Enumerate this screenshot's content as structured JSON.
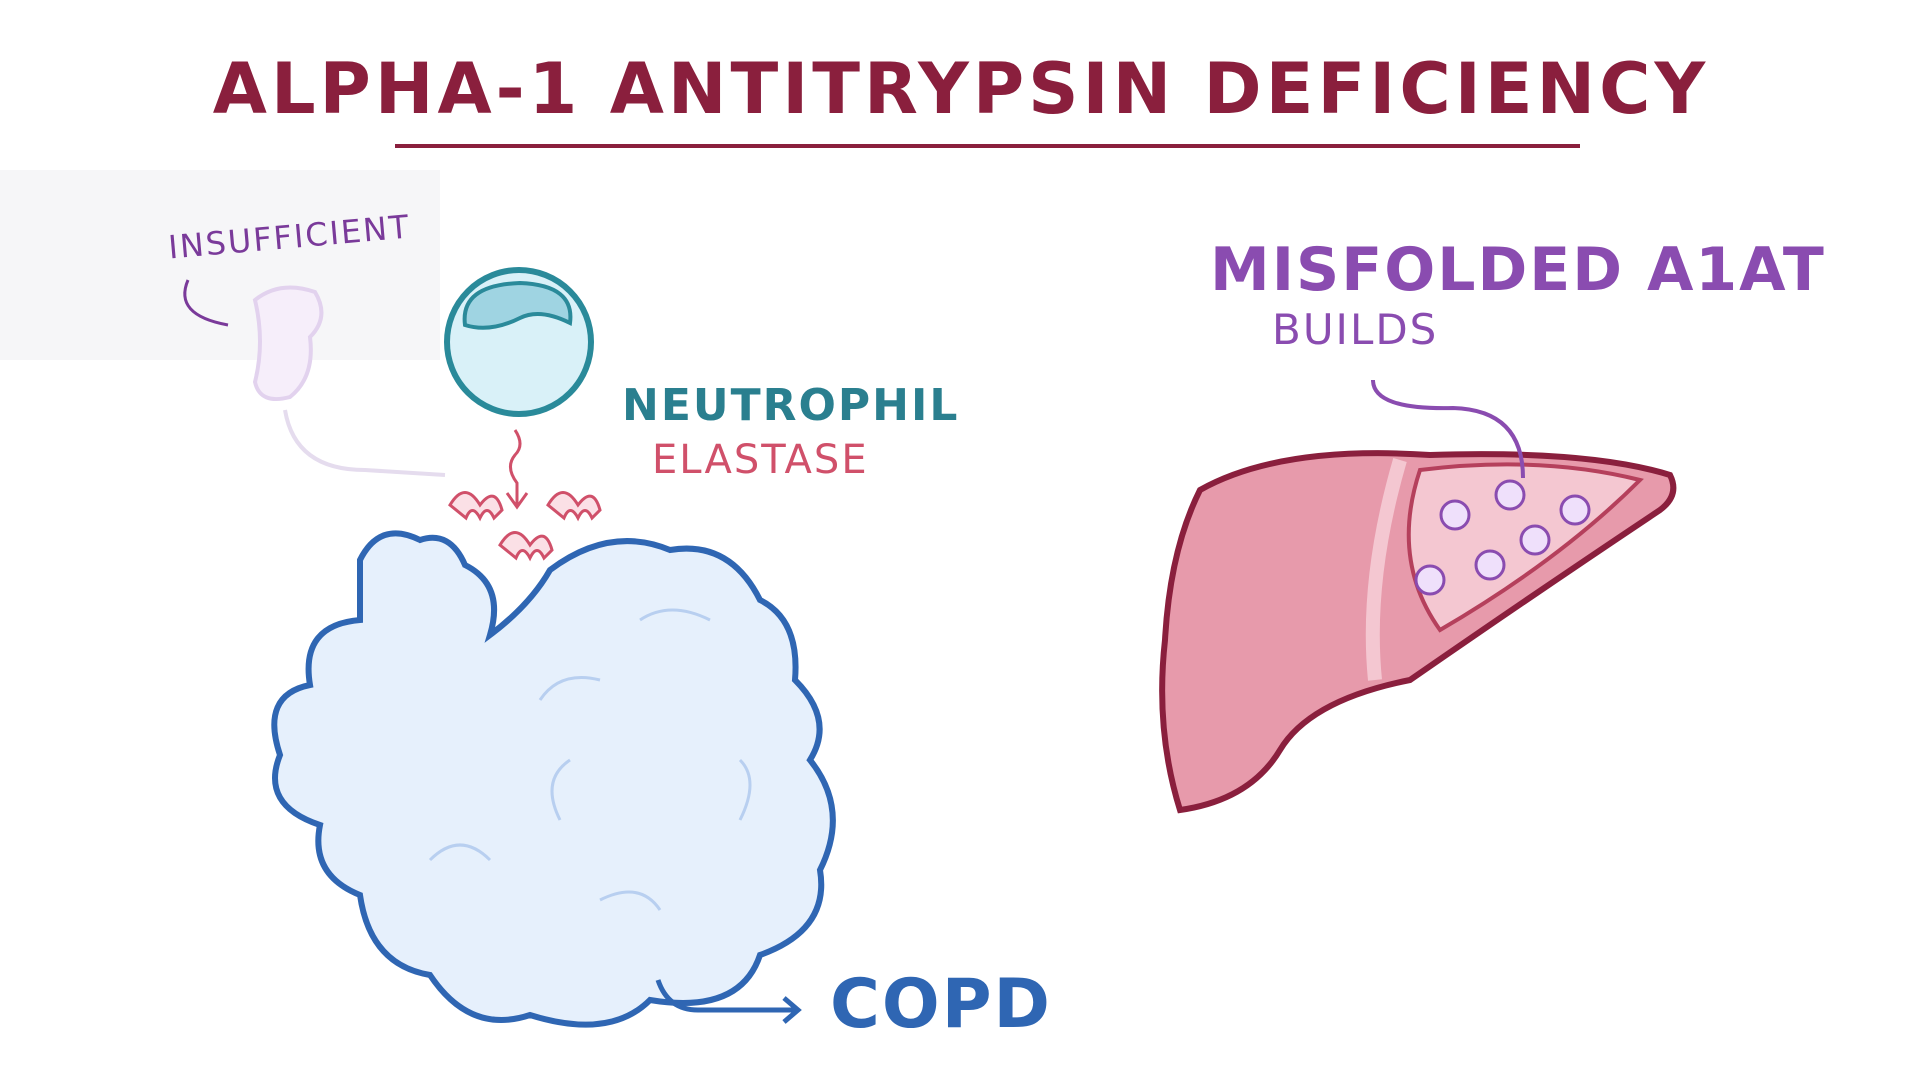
{
  "title": "ALPHA-1 ANTITRYPSIN DEFICIENCY",
  "labels": {
    "insufficient": "INSUFFICIENT",
    "neutrophil": "NEUTROPHIL",
    "elastase": "ELASTASE",
    "copd": "COPD",
    "misfolded": "MISFOLDED A1AT",
    "builds": "BUILDS"
  },
  "colors": {
    "title": "#8a1f3d",
    "neutrophil": "#2a7f8f",
    "elastase": "#d0506a",
    "lung": "#2f66b3",
    "liver": "#c9566f",
    "misfolded": "#8a4cb0"
  }
}
